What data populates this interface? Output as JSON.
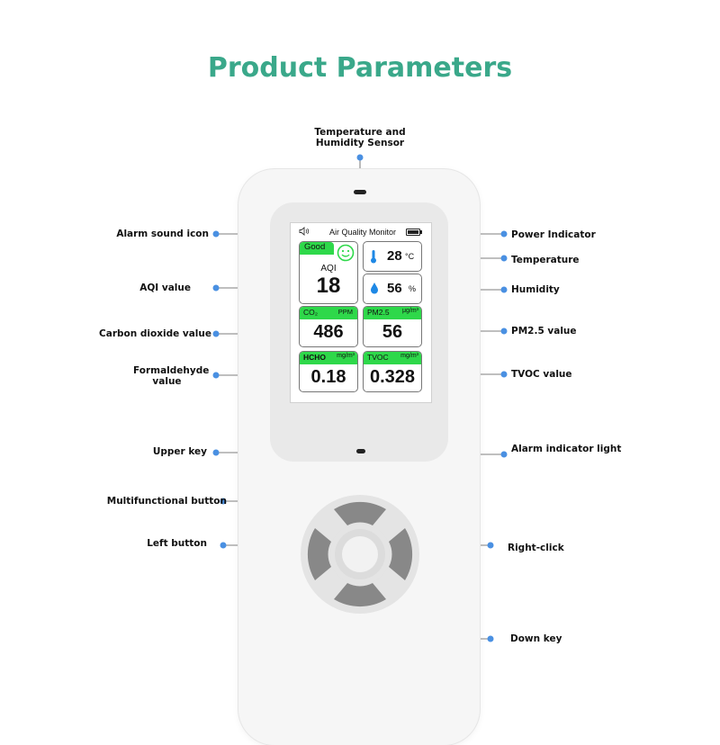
{
  "title": "Product Parameters",
  "labels": {
    "temp_humidity_sensor": "Temperature and Humidity Sensor",
    "alarm_sound_icon": "Alarm sound icon",
    "aqi_value": "AQI value",
    "co2_value": "Carbon dioxide value",
    "formaldehyde_value": "Formaldehyde value",
    "upper_key": "Upper key",
    "multifunctional_button": "Multifunctional button",
    "left_button": "Left button",
    "power_indicator": "Power Indicator",
    "temperature": "Temperature",
    "humidity": "Humidity",
    "pm25_value": "PM2.5 value",
    "tvoc_value": "TVOC value",
    "alarm_indicator_light": "Alarm indicator light",
    "right_click": "Right-click",
    "down_key": "Down key"
  },
  "screen": {
    "title": "Air Quality Monitor",
    "speaker_icon": "speaker-icon",
    "battery_icon": "battery-icon",
    "aqi": {
      "status": "Good",
      "label": "AQI",
      "value": "18"
    },
    "temperature": {
      "value": "28",
      "unit": "°C"
    },
    "humidity": {
      "value": "56",
      "unit": "%"
    },
    "co2": {
      "label": "CO₂",
      "unit": "PPM",
      "value": "486"
    },
    "pm25": {
      "label": "PM2.5",
      "unit": "μg/m³",
      "value": "56"
    },
    "hcho": {
      "label": "HCHO",
      "unit": "mg/m³",
      "value": "0.18"
    },
    "tvoc": {
      "label": "TVOC",
      "unit": "mg/m³",
      "value": "0.328"
    }
  },
  "colors": {
    "title": "#3aa88a",
    "tile_header": "#2ed84a",
    "callout_dot": "#4a90e2",
    "device_body": "#f6f6f6"
  }
}
